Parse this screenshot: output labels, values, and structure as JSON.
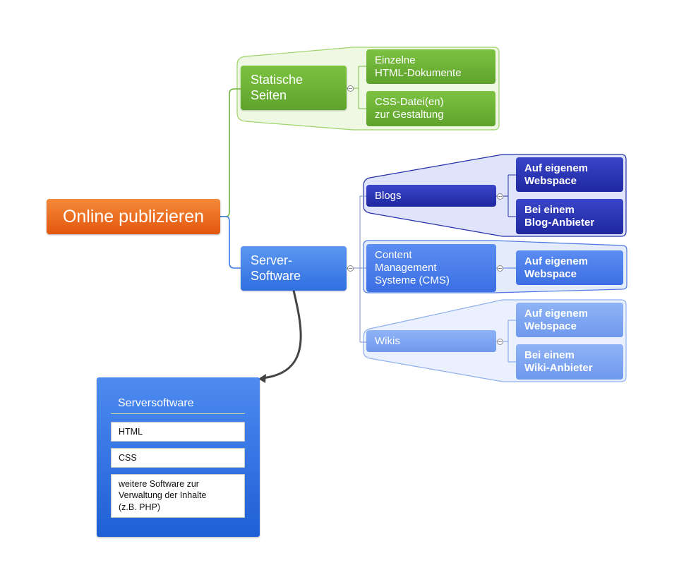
{
  "root": {
    "label": "Online publizieren"
  },
  "branches": [
    {
      "label": "Statische\nSeiten",
      "children": [
        "Einzelne\nHTML-Dokumente",
        "CSS-Datei(en)\nzur Gestaltung"
      ]
    },
    {
      "label": "Server-\nSoftware",
      "children": [
        {
          "label": "Blogs",
          "children": [
            "Auf eigenem\nWebspace",
            "Bei einem\nBlog-Anbieter"
          ]
        },
        {
          "label": "Content\nManagement\nSysteme (CMS)",
          "children": [
            "Auf eigenem\nWebspace"
          ]
        },
        {
          "label": "Wikis",
          "children": [
            "Auf eigenem\nWebspace",
            "Bei einem\nWiki-Anbieter"
          ]
        }
      ]
    }
  ],
  "note": {
    "title": "Serversoftware",
    "items": [
      "HTML",
      "CSS",
      "weitere Software zur\nVerwaltung der Inhalte\n(z.B. PHP)"
    ]
  },
  "colors": {
    "root": "#e2560d",
    "green": "#5fa32d",
    "blue": "#2f6fe0",
    "navy": "#1f28a0",
    "light_blue": "#6f99ee"
  }
}
